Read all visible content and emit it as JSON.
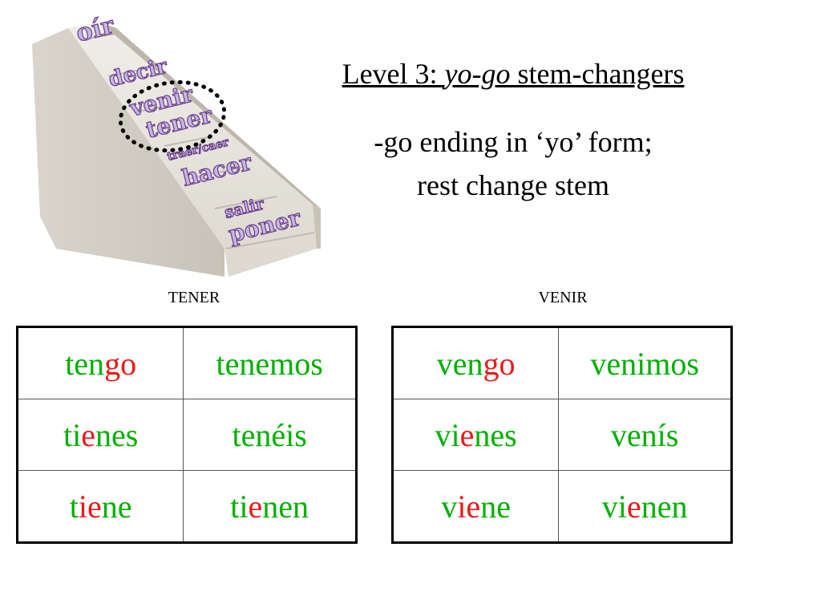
{
  "title": {
    "level_prefix": "Level 3: ",
    "level_italic": "yo-go",
    "level_suffix": " stem-changers"
  },
  "subtitle": {
    "line1": "-go ending in ‘yo’ form;",
    "line2": "rest change stem"
  },
  "stairs_image": {
    "words": [
      "oír",
      "decir",
      "venir",
      "tener",
      "traer/caer",
      "hacer",
      "salir",
      "poner"
    ],
    "highlight": [
      "venir",
      "tener"
    ]
  },
  "tables": [
    {
      "label": "TENER",
      "rows": [
        [
          [
            {
              "t": "ten",
              "c": "green"
            },
            {
              "t": "go",
              "c": "red"
            }
          ],
          [
            {
              "t": "tenemos",
              "c": "green"
            }
          ]
        ],
        [
          [
            {
              "t": "ti",
              "c": "green"
            },
            {
              "t": "e",
              "c": "red"
            },
            {
              "t": "nes",
              "c": "green"
            }
          ],
          [
            {
              "t": "tenéis",
              "c": "green"
            }
          ]
        ],
        [
          [
            {
              "t": "t",
              "c": "green"
            },
            {
              "t": "ie",
              "c": "red"
            },
            {
              "t": "ne",
              "c": "green"
            }
          ],
          [
            {
              "t": "ti",
              "c": "green"
            },
            {
              "t": "e",
              "c": "red"
            },
            {
              "t": "nen",
              "c": "green"
            }
          ]
        ]
      ]
    },
    {
      "label": "VENIR",
      "rows": [
        [
          [
            {
              "t": "ven",
              "c": "green"
            },
            {
              "t": "go",
              "c": "red"
            }
          ],
          [
            {
              "t": "venimos",
              "c": "green"
            }
          ]
        ],
        [
          [
            {
              "t": "vi",
              "c": "green"
            },
            {
              "t": "e",
              "c": "red"
            },
            {
              "t": "nes",
              "c": "green"
            }
          ],
          [
            {
              "t": "venís",
              "c": "green"
            }
          ]
        ],
        [
          [
            {
              "t": "v",
              "c": "green"
            },
            {
              "t": "ie",
              "c": "red"
            },
            {
              "t": "ne",
              "c": "green"
            }
          ],
          [
            {
              "t": "vi",
              "c": "green"
            },
            {
              "t": "e",
              "c": "red"
            },
            {
              "t": "nen",
              "c": "green"
            }
          ]
        ]
      ]
    }
  ],
  "colors": {
    "green": "#00b000",
    "red": "#e81a1a"
  }
}
